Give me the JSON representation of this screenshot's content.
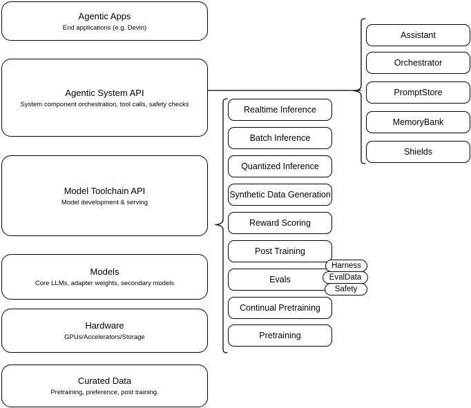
{
  "diagram": {
    "title": "AI stack layers diagram",
    "stroke_color": "#000000",
    "background_color": "#ffffff"
  },
  "layers": [
    {
      "id": "agentic-apps",
      "title": "Agentic Apps",
      "subtitle": "End applications (e.g. Devin)"
    },
    {
      "id": "agentic-system-api",
      "title": "Agentic System API",
      "subtitle": "System component orchestration, tool calls, safety checks"
    },
    {
      "id": "model-toolchain-api",
      "title": "Model Toolchain API",
      "subtitle": "Model development & serving"
    },
    {
      "id": "models",
      "title": "Models",
      "subtitle": "Core LLMs, adapter weights, secondary models"
    },
    {
      "id": "hardware",
      "title": "Hardware",
      "subtitle": "GPUs/Accelerators/Storage"
    },
    {
      "id": "curated-data",
      "title": "Curated Data",
      "subtitle": "Pretraining, preference, post training."
    }
  ],
  "toolchain_capabilities": [
    {
      "id": "realtime-inference",
      "label": "Realtime Inference"
    },
    {
      "id": "batch-inference",
      "label": "Batch Inference"
    },
    {
      "id": "quantized-inference",
      "label": "Quantized Inference"
    },
    {
      "id": "synthetic-data-generation",
      "label": "Synthetic Data Generation"
    },
    {
      "id": "reward-scoring",
      "label": "Reward Scoring"
    },
    {
      "id": "post-training",
      "label": "Post Training"
    },
    {
      "id": "evals",
      "label": "Evals"
    },
    {
      "id": "continual-pretraining",
      "label": "Continual Pretraining"
    },
    {
      "id": "pretraining",
      "label": "Pretraining"
    }
  ],
  "eval_tags": [
    {
      "id": "harness",
      "label": "Harness"
    },
    {
      "id": "evaldata",
      "label": "EvalData"
    },
    {
      "id": "safety",
      "label": "Safety"
    }
  ],
  "agentic_components": [
    {
      "id": "assistant",
      "label": "Assistant"
    },
    {
      "id": "orchestrator",
      "label": "Orchestrator"
    },
    {
      "id": "promptstore",
      "label": "PromptStore"
    },
    {
      "id": "memorybank",
      "label": "MemoryBank"
    },
    {
      "id": "shields",
      "label": "Shields"
    }
  ]
}
